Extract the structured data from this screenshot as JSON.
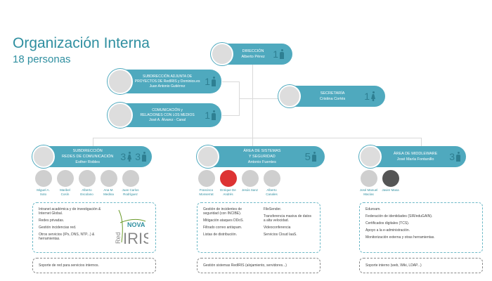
{
  "header": {
    "title": "Organización Interna",
    "subtitle": "18 personas"
  },
  "colors": {
    "accent": "#4fa9be",
    "count": "#2e7f92",
    "text": "#2f8fa0"
  },
  "direccion": {
    "title": "DIRECCIÓN",
    "name": "Alberto Pérez",
    "count": "1",
    "icon": "male-icon"
  },
  "subdireccion_adjunta": {
    "title1": "SUBDIRECCIÓN ADJUNTA DE",
    "title2": "PROYECTOS DE RedIRIS y Dominios.es",
    "name": "Juan Antonio Gutiérrez",
    "count": "1",
    "icon": "male-icon"
  },
  "comunicacion": {
    "title1": "COMUNICACIÓN y",
    "title2": "RELACIONES CON LOS MEDIOS",
    "name": "José A. Álvarez - Canal",
    "count": "1",
    "icon": "male-icon"
  },
  "secretaria": {
    "title": "SECRETARÍA",
    "name": "Cristina Cortés",
    "count": "1",
    "icon": "female-icon"
  },
  "redes": {
    "title1": "SUBDIRECCIÓN",
    "title2": "REDES DE COMUNICACIÓN",
    "name": "Esther Robles",
    "count_f": "3",
    "count_m": "3",
    "members": [
      "Miguel A. Soto",
      "Maribel Cosín",
      "Alberto Escolano",
      "Ana M. Medina",
      "Juan Carlos Rodríguez"
    ],
    "services": [
      "Intranet académica y de investigación & Internet Global.",
      "Redes privadas.",
      "Gestión incidencias red.",
      "Otros servicios (IPs, DNS, NTP...) & herramientas."
    ],
    "logo": {
      "top": "NOVA",
      "side": "Red",
      "main": "IRIS"
    },
    "support": "Soporte de red para servicios internos."
  },
  "sistemas": {
    "title1": "ÁREA DE SISTEMAS",
    "title2": "Y SEGURIDAD",
    "name": "Antonio Fuentes",
    "count": "5",
    "members": [
      "Francisco Monserrat",
      "Enrique De Andrés",
      "Jesús Sanz",
      "Alberto Canales"
    ],
    "services_left": [
      "Gestión de incidentes de seguridad (con INCIBE).",
      "Mitigación ataques DDoS.",
      "Filtrado correo antispam.",
      "Listas de distribución."
    ],
    "services_right": [
      "FileSender.",
      "Transferencia masiva de datos a alta velocidad.",
      "Videoconferencia",
      "Servicios Cloud IaaS."
    ],
    "support": "Gestión sistemas RedIRIS (alojamiento, servidores...)"
  },
  "middleware": {
    "title": "ÁREA DE MIDDLEWARE",
    "name": "José María Fontanillo",
    "count": "3",
    "members": [
      "José Manuel Macías",
      "Javier Masa"
    ],
    "services": [
      "Eduroam.",
      "Federación de identidades (SIR/eduGAIN).",
      "Certificados digitales (TCS).",
      "Apoyo a la e-administración.",
      "Monitorización externa y otras herramientas."
    ],
    "support": "Soporte interno (web, Wiki, LDAP...)"
  }
}
